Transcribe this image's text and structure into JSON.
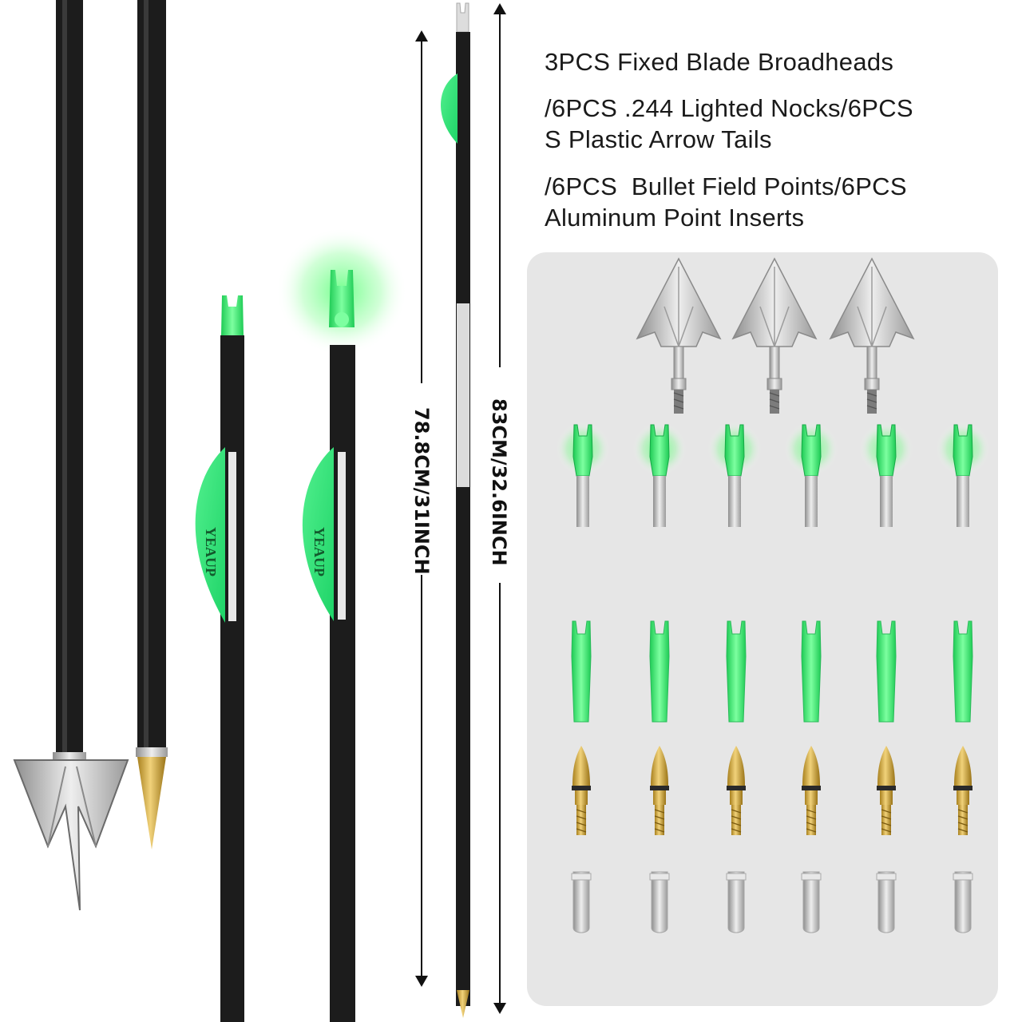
{
  "description": {
    "line1": "3PCS Fixed Blade Broadheads",
    "line2a": "/6PCS .244 Lighted Nocks/6PCS",
    "line2b": "S Plastic Arrow Tails",
    "line3a": "/6PCS  Bullet Field Points/6PCS",
    "line3b": "Aluminum Point Inserts"
  },
  "dimensions": {
    "short_arrow": "78.8CM/31INCH",
    "long_arrow": "83CM/32.6INCH"
  },
  "brand": {
    "vane_text": "YEAUP"
  },
  "colors": {
    "shaft": "#1c1c1c",
    "vane_green": "#2ee87a",
    "nock_glow": "#39ff6a",
    "brass": "#c9a040",
    "steel": "#b8b8b8"
  },
  "kit": {
    "broadheads_count": 3,
    "lighted_nocks_count": 6,
    "plastic_tails_count": 6,
    "field_points_count": 6,
    "inserts_count": 6
  }
}
